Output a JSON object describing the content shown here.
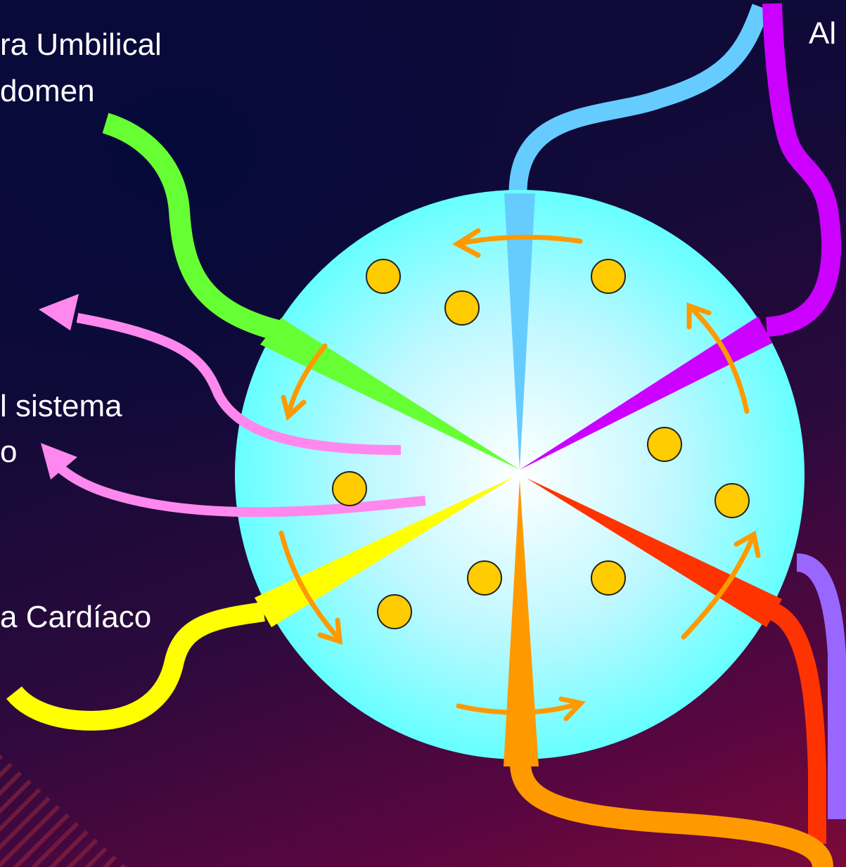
{
  "labels": {
    "umbilical_line1": "ra Umbilical",
    "umbilical_line2": "domen",
    "sistema_line1": "l sistema",
    "sistema_line2": "o",
    "cardiaco": "a Cardíaco",
    "top_right": "Al"
  },
  "colors": {
    "circle_center": "#ffffff",
    "circle_edge": "#66ffff",
    "dot_fill": "#ffcc00",
    "arrow": "#ff9900",
    "green": "#66ff33",
    "pink": "#ff88ee",
    "yellow": "#ffff00",
    "blue": "#66ccff",
    "purple": "#cc00ff",
    "violet": "#9966ff",
    "red": "#ff3300",
    "orange": "#ff9900"
  }
}
